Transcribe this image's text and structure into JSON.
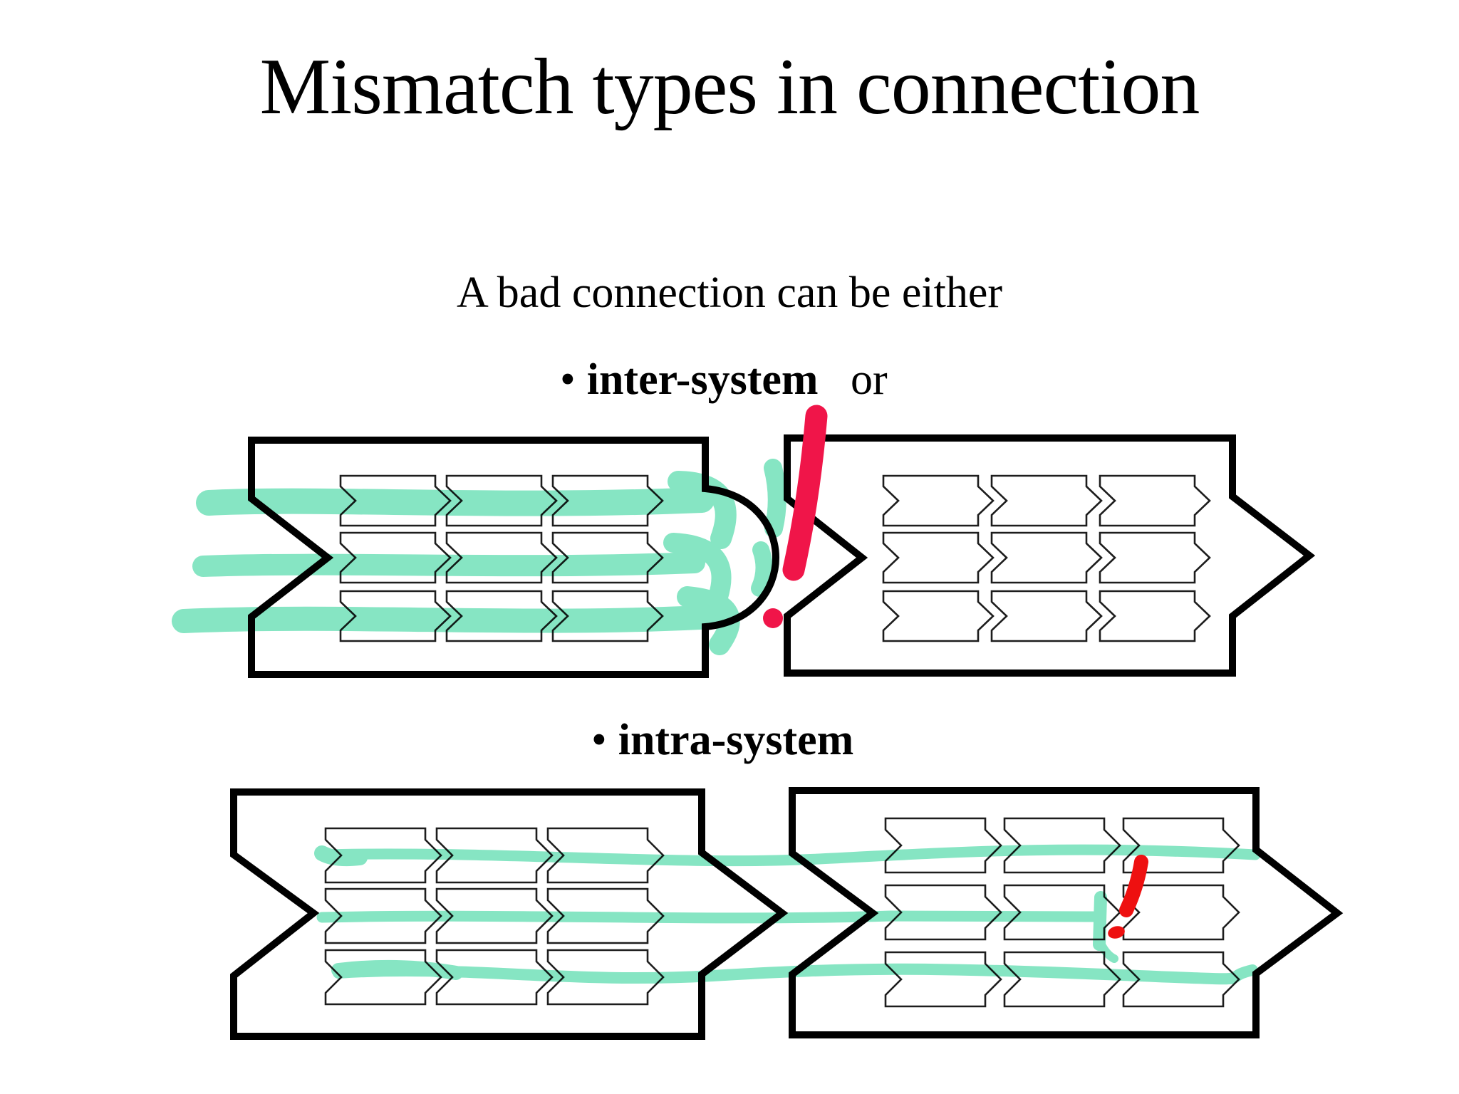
{
  "slide": {
    "title": "Mismatch types in connection",
    "subtitle": "A bad connection can be either",
    "bullet_glyph": "•",
    "bullets": [
      {
        "label": "inter-system",
        "suffix": " or"
      },
      {
        "label": "intra-system",
        "suffix": ""
      }
    ]
  },
  "colors": {
    "highlight_green": "#7fe4c0",
    "inter_annotation_red": "#f01549",
    "intra_annotation_red": "#ee1010",
    "shape_outline": "#000000",
    "connector_outline": "#1d1d1d"
  }
}
